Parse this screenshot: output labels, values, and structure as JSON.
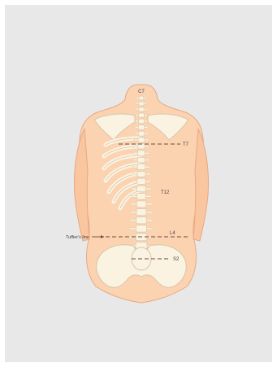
{
  "labels": {
    "c7": "C7",
    "t7": "T7",
    "t12": "T12",
    "l4": "L4",
    "s2": "S2",
    "tuffier": "Tuffier's line"
  },
  "colors": {
    "background": "#e8e8e8",
    "skin": "#fcd3b1",
    "skin_outline": "#e6a984",
    "bone": "#fbf3e2",
    "bone_outline": "#d6c5a8",
    "dashed_line": "#6e4a3a",
    "label_text": "#444444"
  }
}
